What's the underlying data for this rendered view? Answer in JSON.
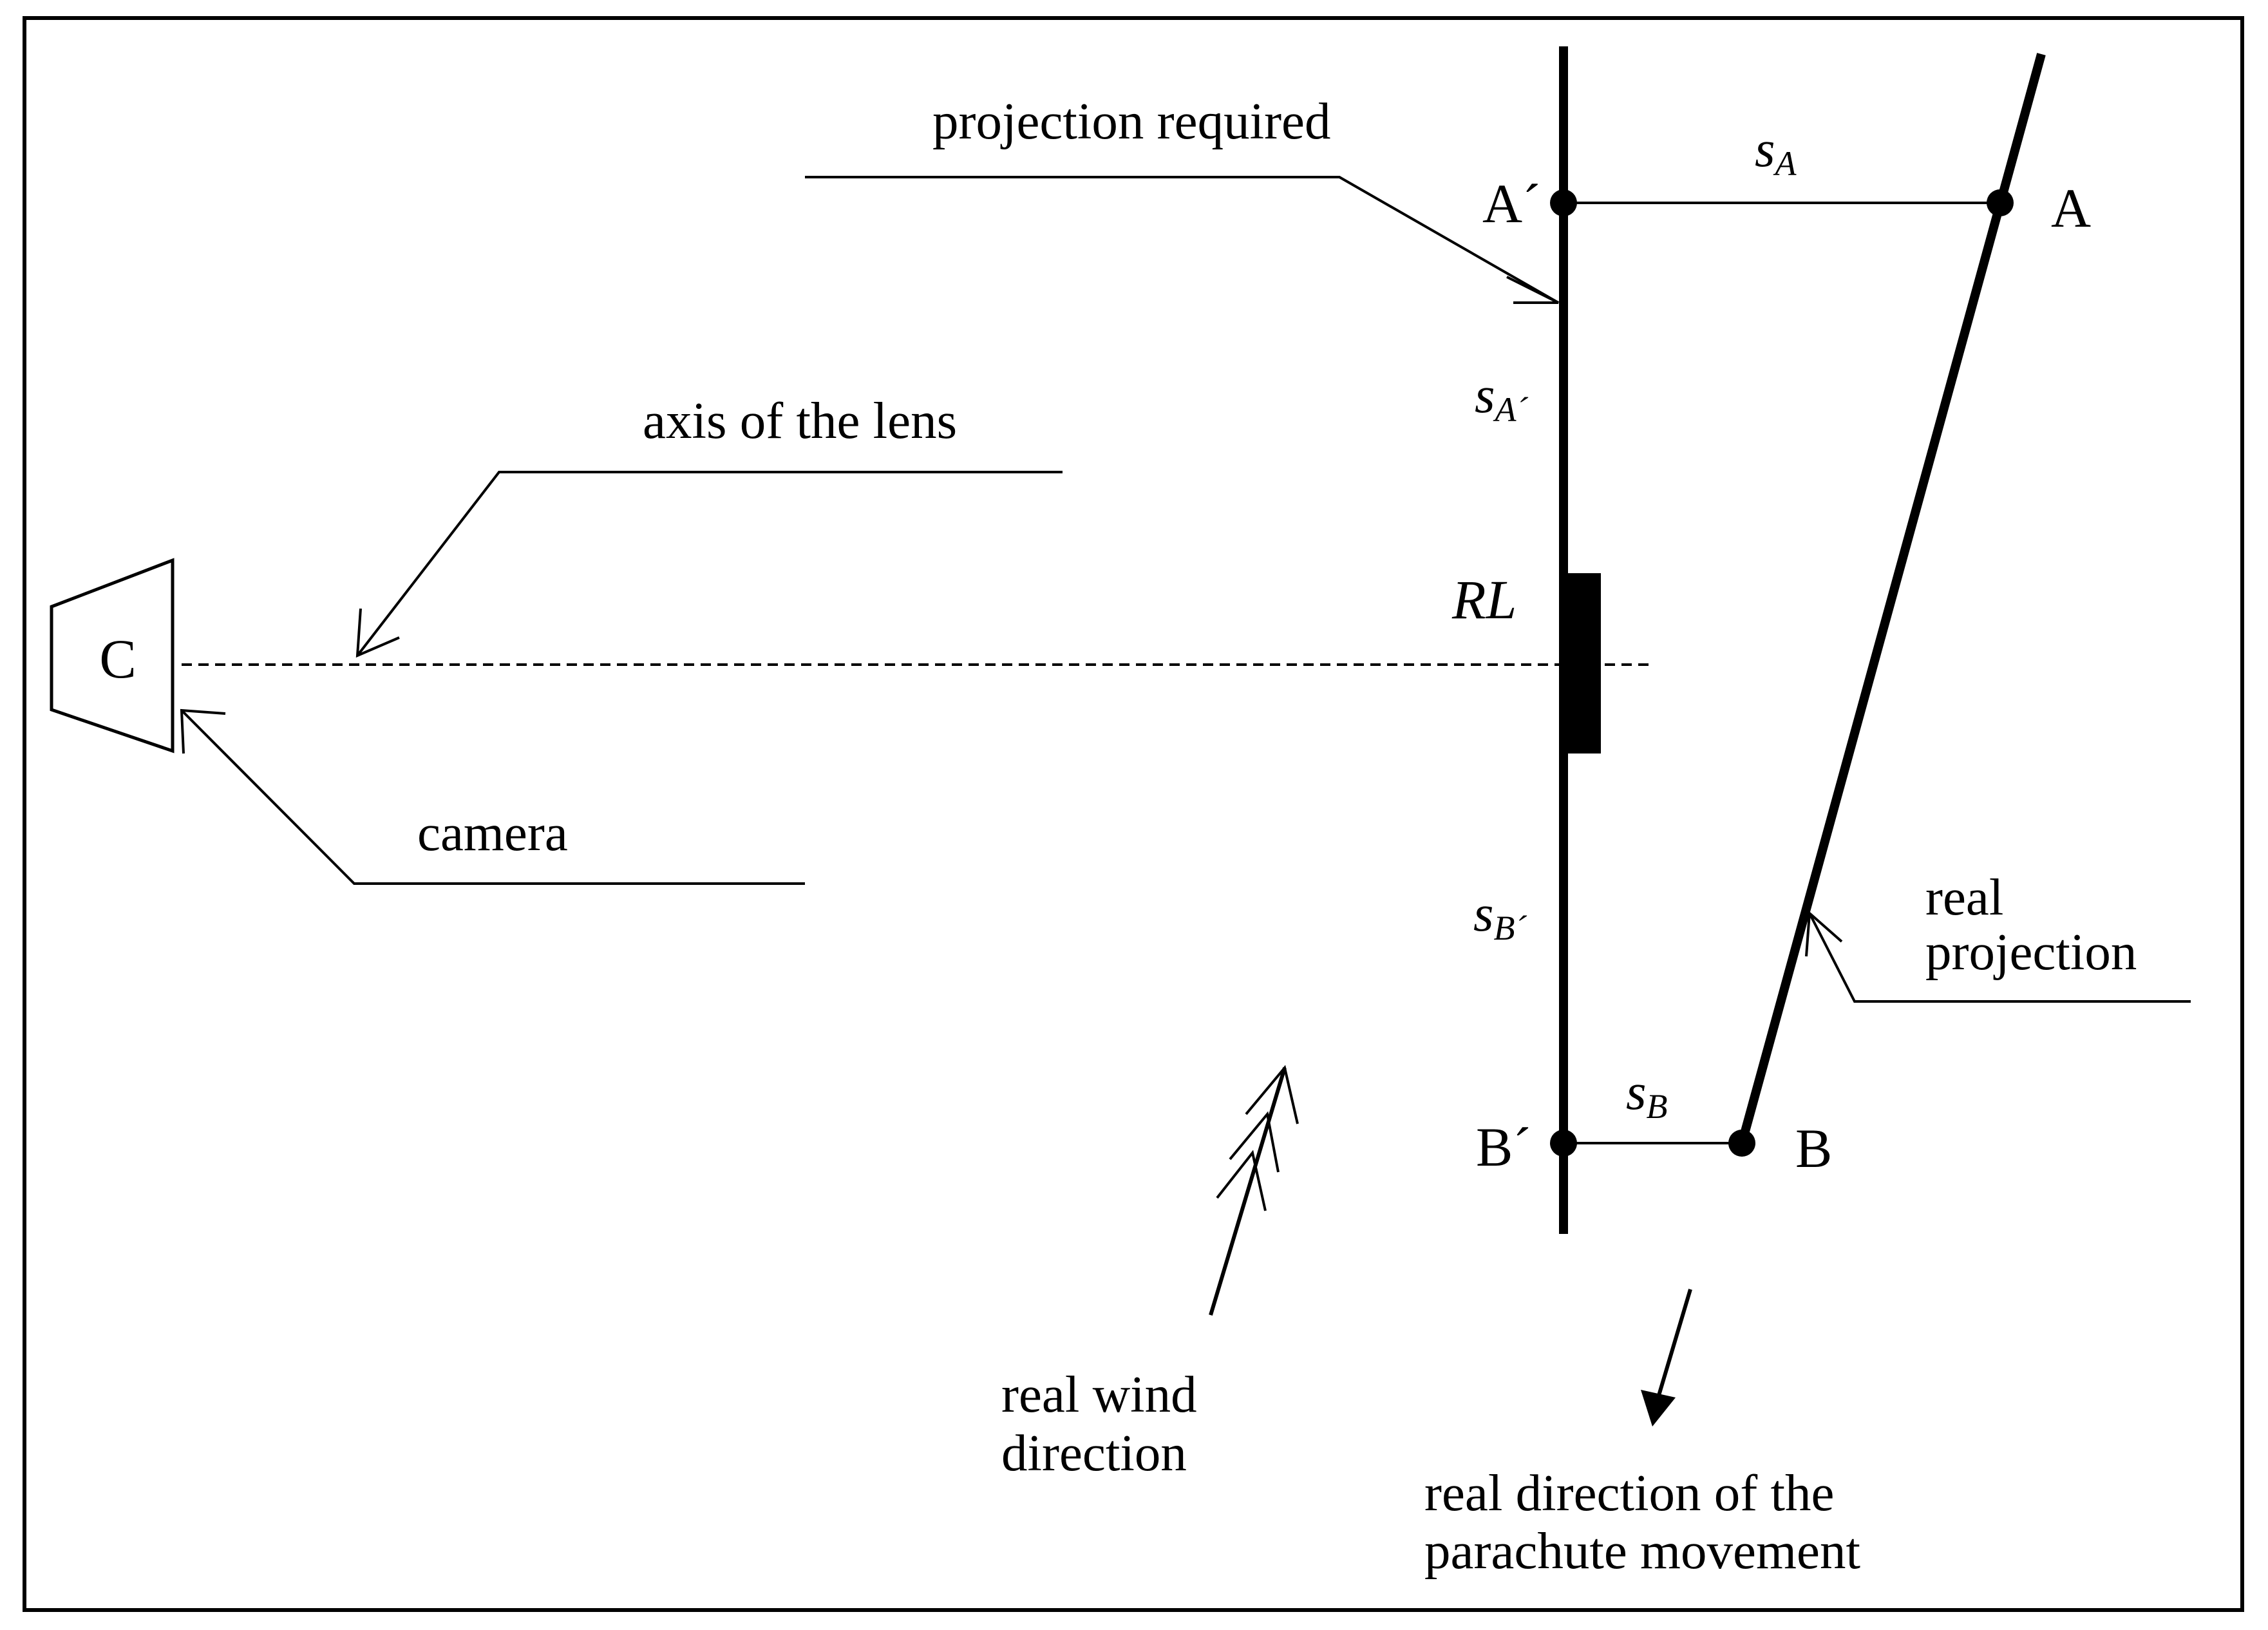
{
  "labels": {
    "projection_required": "projection required",
    "axis_of_lens": "axis of the lens",
    "camera": "camera",
    "camera_symbol": "C",
    "rl": "RL",
    "point_a_prime": "A´",
    "point_a": "A",
    "point_b_prime": "B´",
    "point_b": "B",
    "real_projection_line1": "real",
    "real_projection_line2": "projection",
    "wind_line1": "real wind",
    "wind_line2": "direction",
    "movement_line1": "real direction of the",
    "movement_line2": "parachute movement"
  },
  "distances": {
    "s_a": {
      "symbol": "s",
      "subscript": "A"
    },
    "s_a_prime": {
      "symbol": "s",
      "subscript": "A´"
    },
    "s_b": {
      "symbol": "s",
      "subscript": "B"
    },
    "s_b_prime": {
      "symbol": "s",
      "subscript": "B´"
    }
  }
}
